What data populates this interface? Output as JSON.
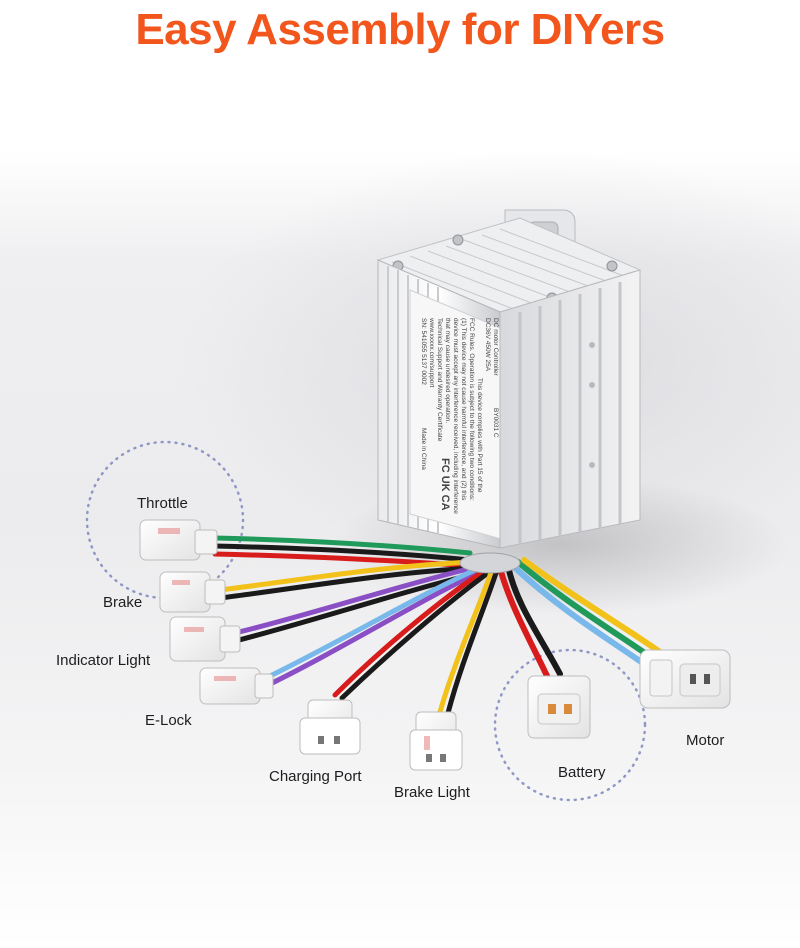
{
  "headline": "Easy Assembly for DIYers",
  "labels": {
    "throttle": "Throttle",
    "brake": "Brake",
    "indicator_light": "Indicator Light",
    "e_lock": "E-Lock",
    "charging_port": "Charging Port",
    "brake_light": "Brake Light",
    "battery": "Battery",
    "motor": "Motor"
  },
  "controller_label": {
    "line1": "DC motor Controller",
    "model": "BY0031 C",
    "line2": "DC36V 450W 25A",
    "line3": "This device complies with Part 15 of the",
    "line4": "FCC Rules. Operation is subject to the following two conditions:",
    "line5": "(1) This device may not cause harmful interference, and (2) this",
    "line6": "device must accept any interference received, including interference",
    "line7": "that may cause undesired operation.",
    "line8": "Technical Support and Warranty Certificate",
    "line9": "www.xxxxx.com/support",
    "serial": "SN: 541055 5137 0002",
    "made_in": "Made in China",
    "marks": "FC UK CA"
  },
  "colors": {
    "accent": "#f2561d",
    "wire_red": "#d81b1b",
    "wire_black": "#1a1a1a",
    "wire_green": "#1f9a5a",
    "wire_yellow": "#f2c21b",
    "wire_purple": "#8a4fc4",
    "wire_blue": "#79b8ea",
    "dotted_circle": "#8f98c4"
  },
  "icons": [
    "dotted-circle-highlight",
    "connector-plug"
  ]
}
